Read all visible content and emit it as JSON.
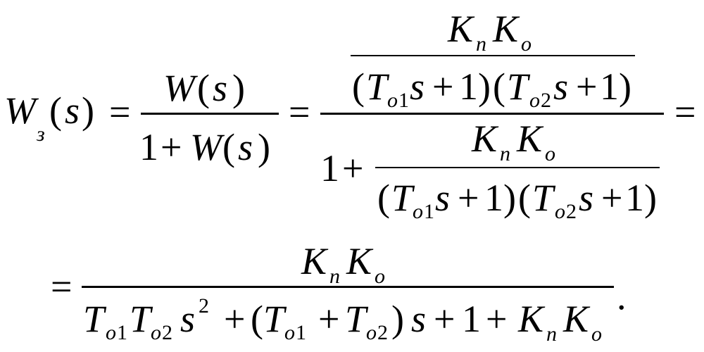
{
  "formula": {
    "lhs": {
      "sym": "W",
      "sub": "з",
      "arg": "(s)"
    },
    "equals": "=",
    "frac1": {
      "num": "W(s)",
      "den_plus": "1 + ",
      "den_w": "W(s)"
    },
    "frac2": {
      "num_k": "K",
      "num_kn_sub": "n",
      "num_k2": "K",
      "num_ko_sub": "o",
      "num_den": "(T",
      "t1_sub": "o1",
      "mid": "s + 1)(T",
      "t2_sub": "o2",
      "end": "s + 1)",
      "den_one_plus": "1 + "
    },
    "line2": {
      "num": "KnKo",
      "den_t": "T",
      "t1_sub": "o1",
      "t2_sub": "o2",
      "s": "s",
      "sq": "2",
      "plus_paren": " + (",
      "plus": " + ",
      "close_s": ")s + 1 + ",
      "tail_k": "K",
      "tail_n": "n",
      "tail_o": "o",
      "period": "."
    }
  }
}
